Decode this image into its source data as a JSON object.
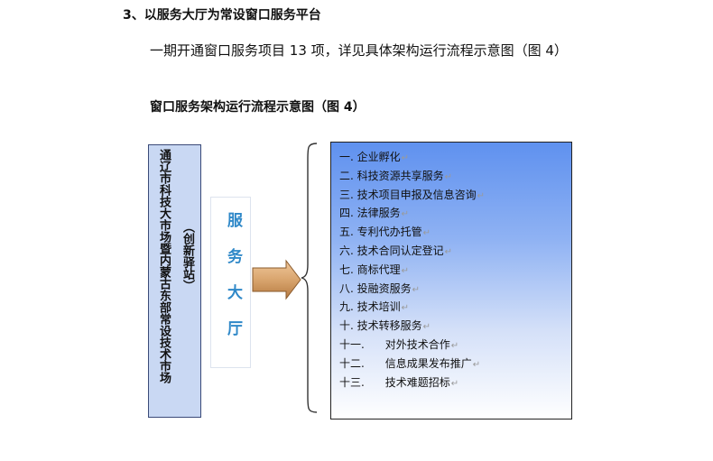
{
  "section_heading": "3、以服务大厅为常设窗口服务平台",
  "intro_text": "一期开通窗口服务项目 13 项，详见具体架构运行流程示意图（图 4）",
  "figure_caption": "窗口服务架构运行流程示意图（图 4）",
  "diagram": {
    "left_box": {
      "main_text": "通辽市科技大市场暨内蒙古东部常设技术市场",
      "sub_text": "（创新驿站）"
    },
    "center_box": {
      "text": "服务大厅"
    },
    "paragraph_mark": "↵",
    "services": [
      "一. 企业孵化",
      "二. 科技资源共享服务",
      "三. 技术项目申报及信息咨询",
      "四. 法律服务",
      "五. 专利代办托管",
      "六. 技术合同认定登记",
      "七. 商标代理",
      "八. 投融资服务",
      "九. 技术培训",
      "十. 技术转移服务",
      "十一.      对外技术合作",
      "十二.      信息成果发布推广",
      "十三.      技术难题招标"
    ]
  },
  "colors": {
    "left_box_fill": "#c9d8f3",
    "center_text": "#2f88c8",
    "arrow_fill": "#d9a56e",
    "right_box_top": "#5f91ef"
  }
}
